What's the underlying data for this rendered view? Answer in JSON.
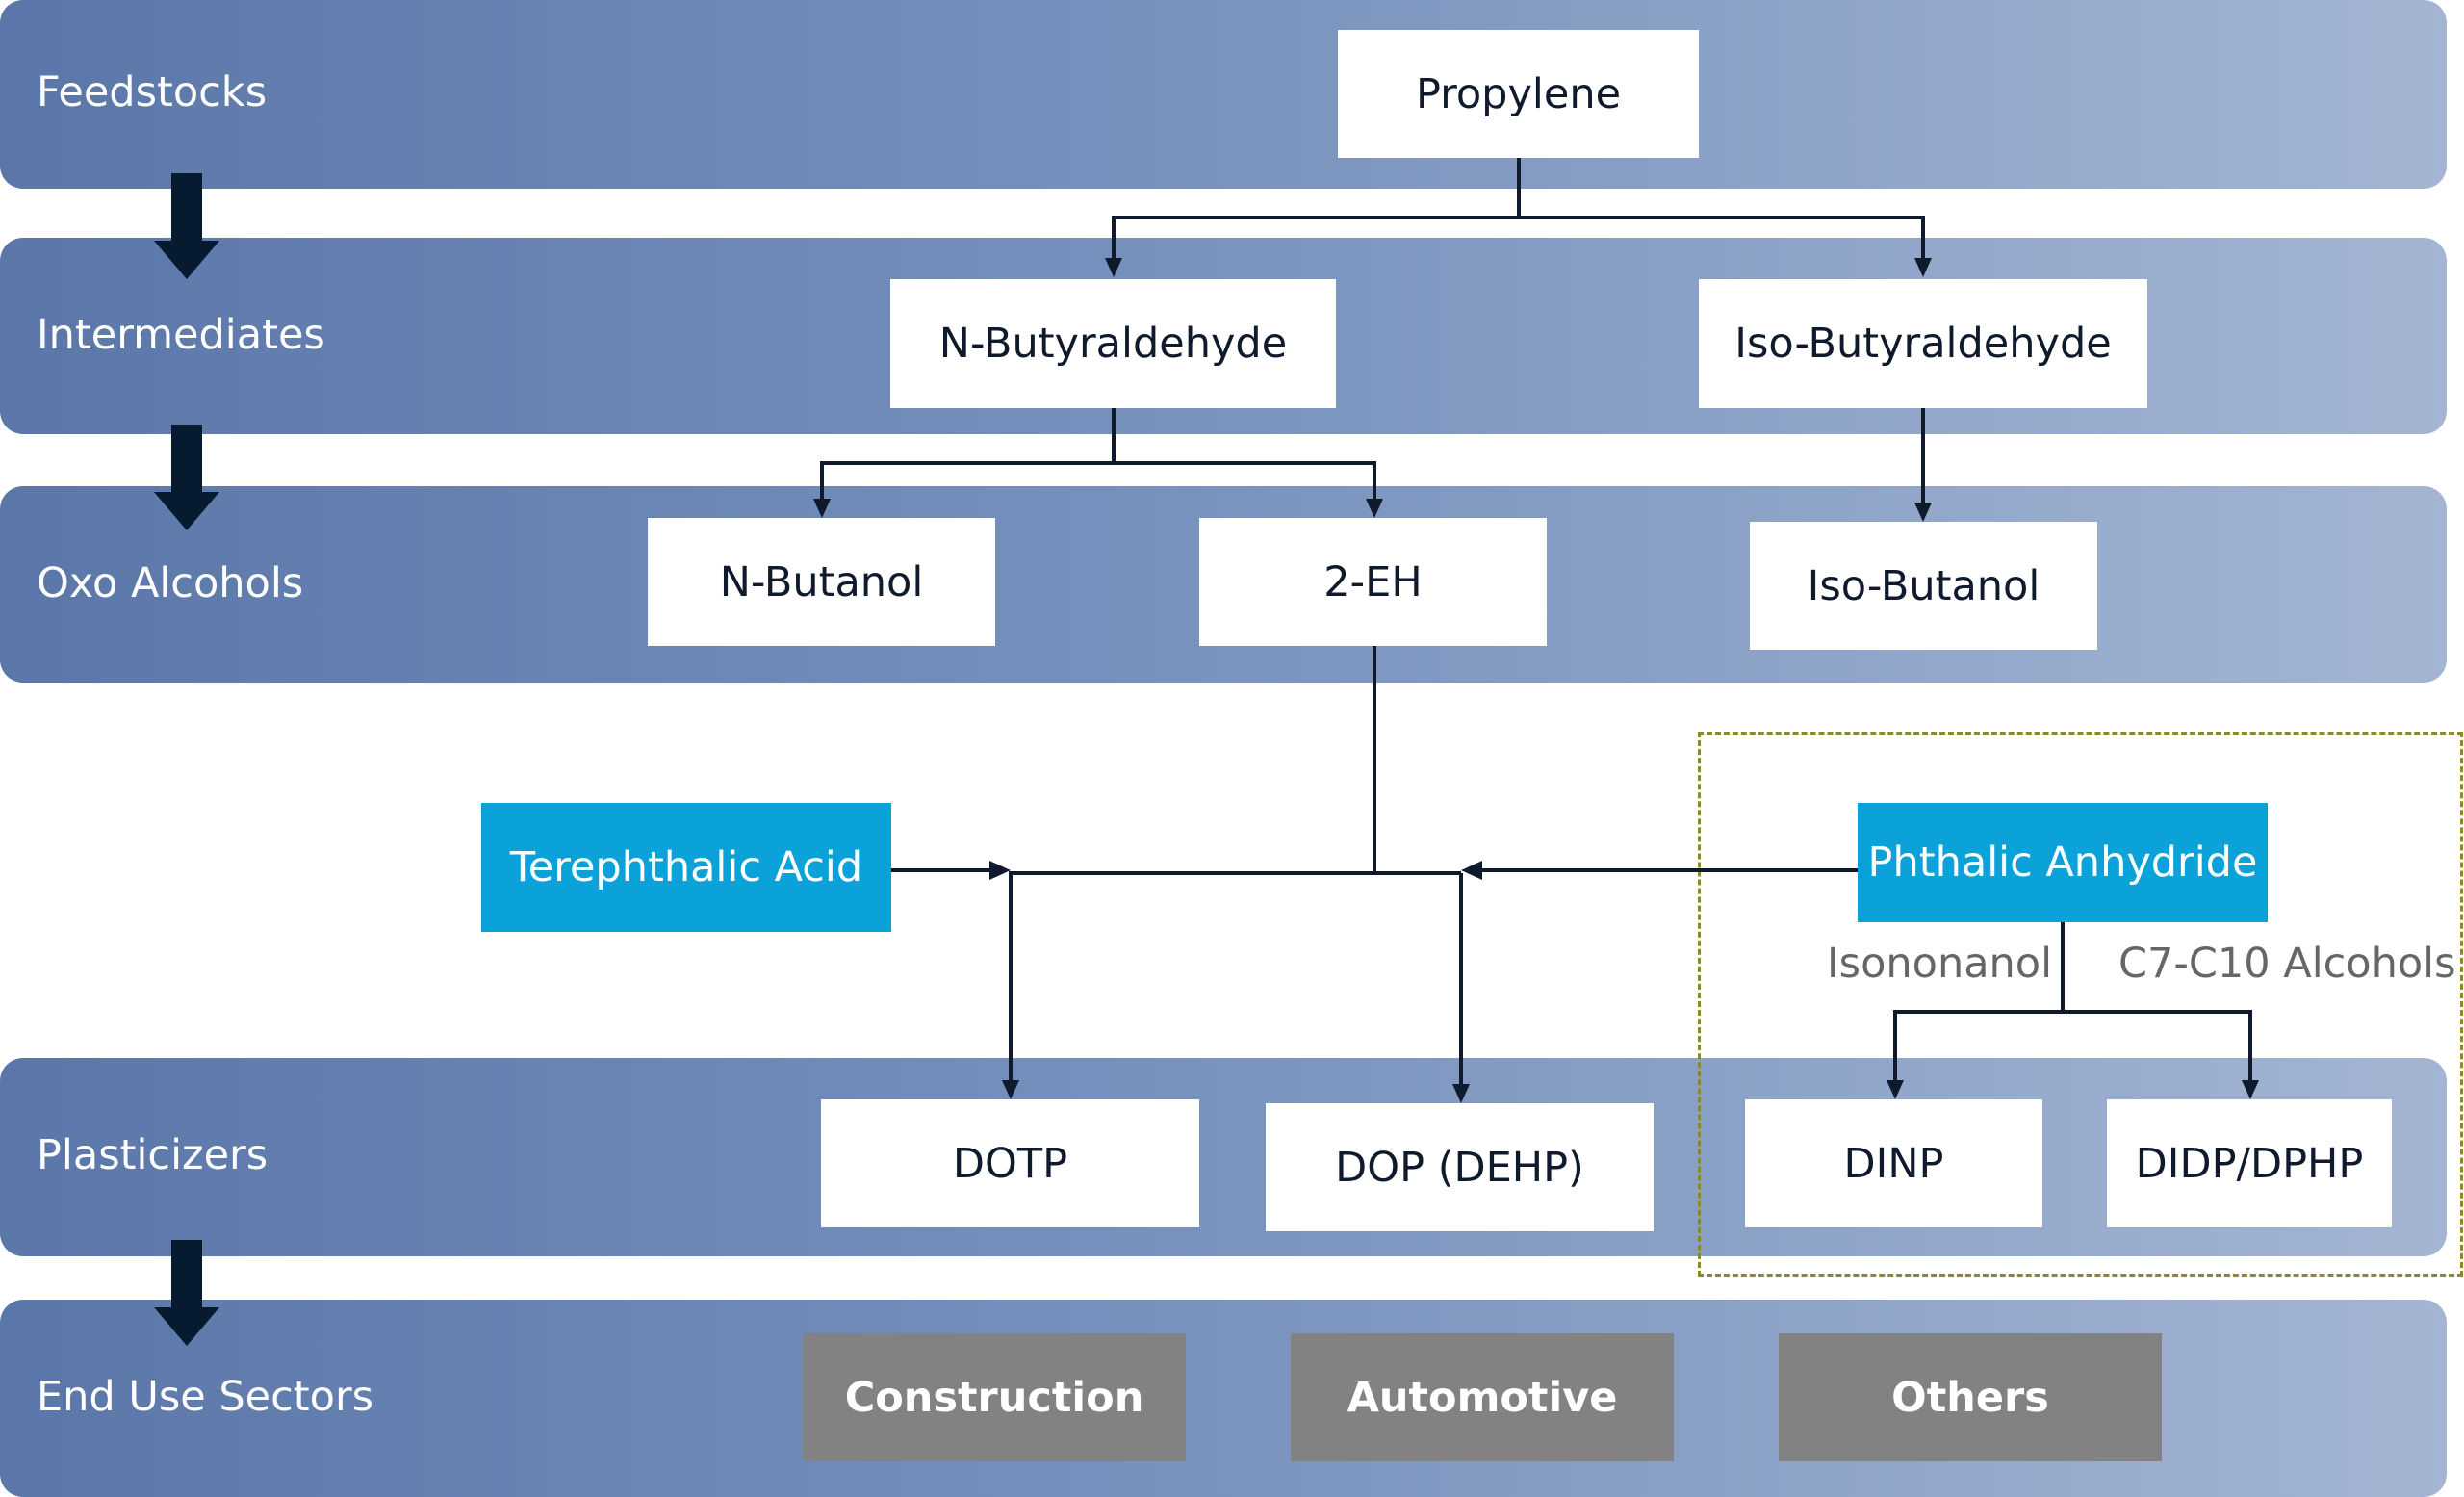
{
  "stages": {
    "feedstocks": "Feedstocks",
    "intermediates": "Intermediates",
    "oxo_alcohols": "Oxo Alcohols",
    "plasticizers": "Plasticizers",
    "end_use": "End Use Sectors"
  },
  "nodes": {
    "propylene": "Propylene",
    "n_butyraldehyde": "N-Butyraldehyde",
    "iso_butyraldehyde": "Iso-Butyraldehyde",
    "n_butanol": "N-Butanol",
    "two_eh": "2-EH",
    "iso_butanol": "Iso-Butanol",
    "terephthalic_acid": "Terephthalic Acid",
    "phthalic_anhydride": "Phthalic Anhydride",
    "dotp": "DOTP",
    "dop": "DOP (DEHP)",
    "dinp": "DINP",
    "didp": "DIDP/DPHP"
  },
  "labels": {
    "isononanol": "Isononanol",
    "c7_c10": "C7-C10 Alcohols"
  },
  "sectors": {
    "construction": "Construction",
    "automotive": "Automotive",
    "others": "Others"
  },
  "colors": {
    "band_start": "#5b77a9",
    "band_end": "#a4b5d3",
    "accent_blue": "#0aa2d8",
    "sector_grey": "#828282",
    "connector": "#0f1a2c",
    "dashed_box": "#8a8a2a"
  }
}
